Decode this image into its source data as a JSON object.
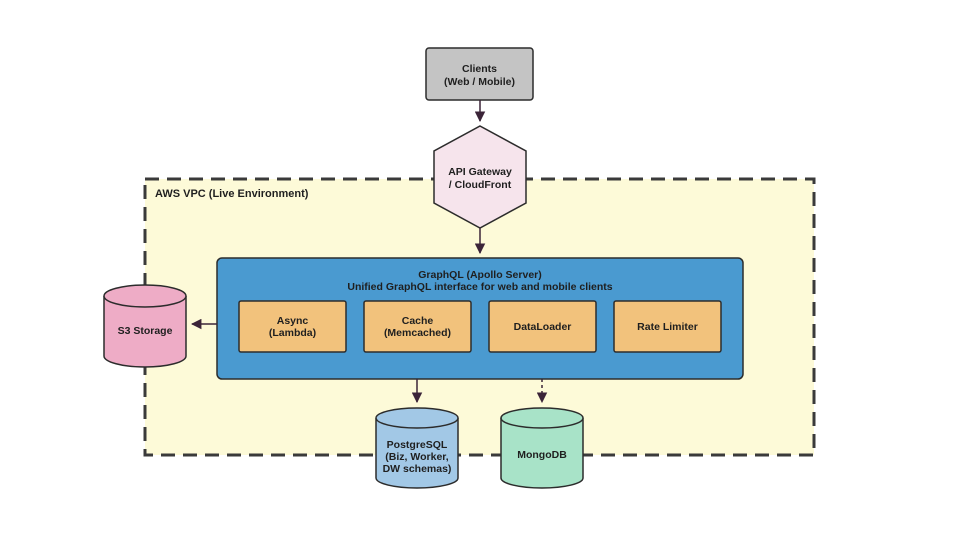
{
  "diagram": {
    "vpc": {
      "label": "AWS VPC (Live Environment)",
      "fill": "#fdfad8",
      "border": "#3a3a3a"
    },
    "clients": {
      "line1": "Clients",
      "line2": "(Web / Mobile)",
      "fill": "#c4c4c4"
    },
    "gateway": {
      "line1": "API Gateway",
      "line2": "/ CloudFront",
      "fill": "#f6e4ec"
    },
    "graphql": {
      "title": "GraphQL (Apollo Server)",
      "subtitle": "Unified GraphQL interface for web and mobile clients",
      "fill": "#4a9ad0"
    },
    "modules": {
      "async": {
        "line1": "Async",
        "line2": "(Lambda)"
      },
      "cache": {
        "line1": "Cache",
        "line2": "(Memcached)"
      },
      "dataloader": {
        "line1": "DataLoader"
      },
      "rate_limiter": {
        "line1": "Rate Limiter"
      },
      "fill": "#f2c27c"
    },
    "s3": {
      "label": "S3 Storage",
      "fill": "#eeacc6"
    },
    "postgres": {
      "line1": "PostgreSQL",
      "line2": "(Biz, Worker,",
      "line3": "DW schemas)",
      "fill": "#a2c8e6"
    },
    "mongo": {
      "label": "MongoDB",
      "fill": "#a8e3c8"
    },
    "edge_color": "#3b2438"
  }
}
